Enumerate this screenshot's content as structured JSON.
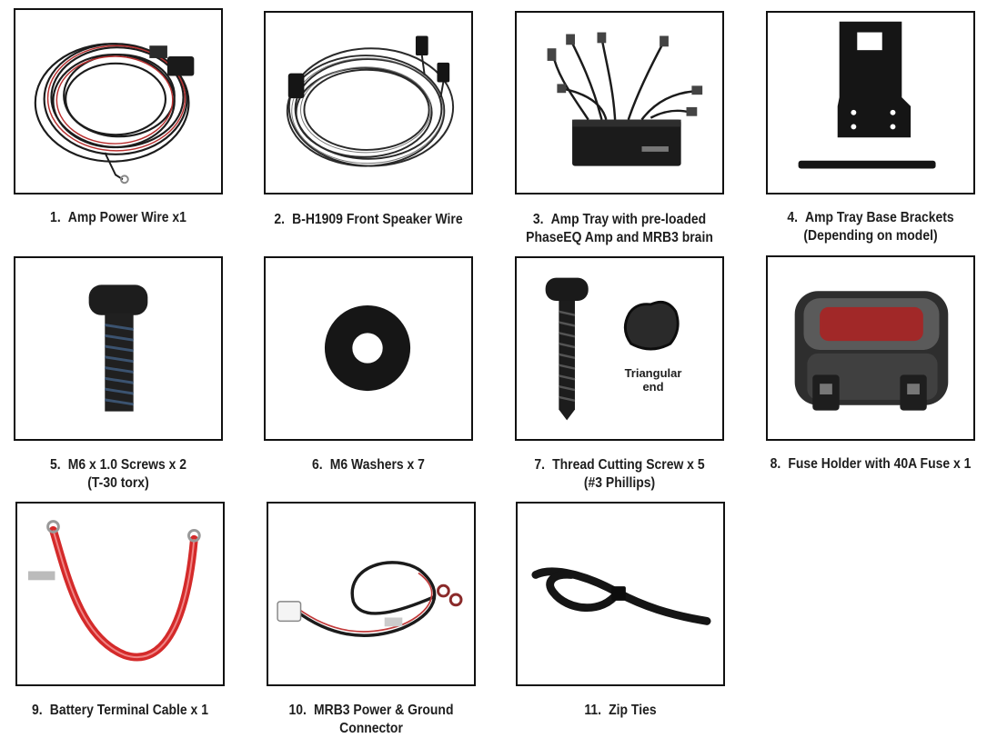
{
  "items": [
    {
      "num": "1.",
      "lines": [
        "Amp Power Wire x1"
      ],
      "icon": "amp-power-wire-icon"
    },
    {
      "num": "2.",
      "lines": [
        "B-H1909 Front Speaker Wire"
      ],
      "icon": "speaker-wire-icon"
    },
    {
      "num": "3.",
      "lines": [
        "Amp Tray with pre-loaded",
        "PhaseEQ Amp and MRB3 brain"
      ],
      "icon": "amp-tray-icon"
    },
    {
      "num": "4.",
      "lines": [
        "Amp Tray Base Brackets",
        "(Depending on model)"
      ],
      "icon": "bracket-icon"
    },
    {
      "num": "5.",
      "lines": [
        "M6 x 1.0 Screws x 2",
        "(T-30 torx)"
      ],
      "icon": "torx-screw-icon"
    },
    {
      "num": "6.",
      "lines": [
        "M6 Washers x 7"
      ],
      "icon": "washer-icon"
    },
    {
      "num": "7.",
      "lines": [
        "Thread Cutting Screw x 5",
        "(#3 Phillips)"
      ],
      "icon": "thread-cutting-screw-icon"
    },
    {
      "num": "8.",
      "lines": [
        "Fuse Holder with 40A Fuse x 1"
      ],
      "icon": "fuse-holder-icon"
    },
    {
      "num": "9.",
      "lines": [
        "Battery Terminal Cable x 1"
      ],
      "icon": "battery-cable-icon"
    },
    {
      "num": "10.",
      "lines": [
        "MRB3 Power & Ground",
        "Connector"
      ],
      "icon": "power-ground-connector-icon"
    },
    {
      "num": "11.",
      "lines": [
        "Zip Ties"
      ],
      "icon": "zip-tie-icon"
    }
  ],
  "triangular_end_label": [
    "Triangular",
    "end"
  ],
  "colors": {
    "border": "#111111",
    "cable_red": "#d42a2a",
    "black": "#161616"
  }
}
